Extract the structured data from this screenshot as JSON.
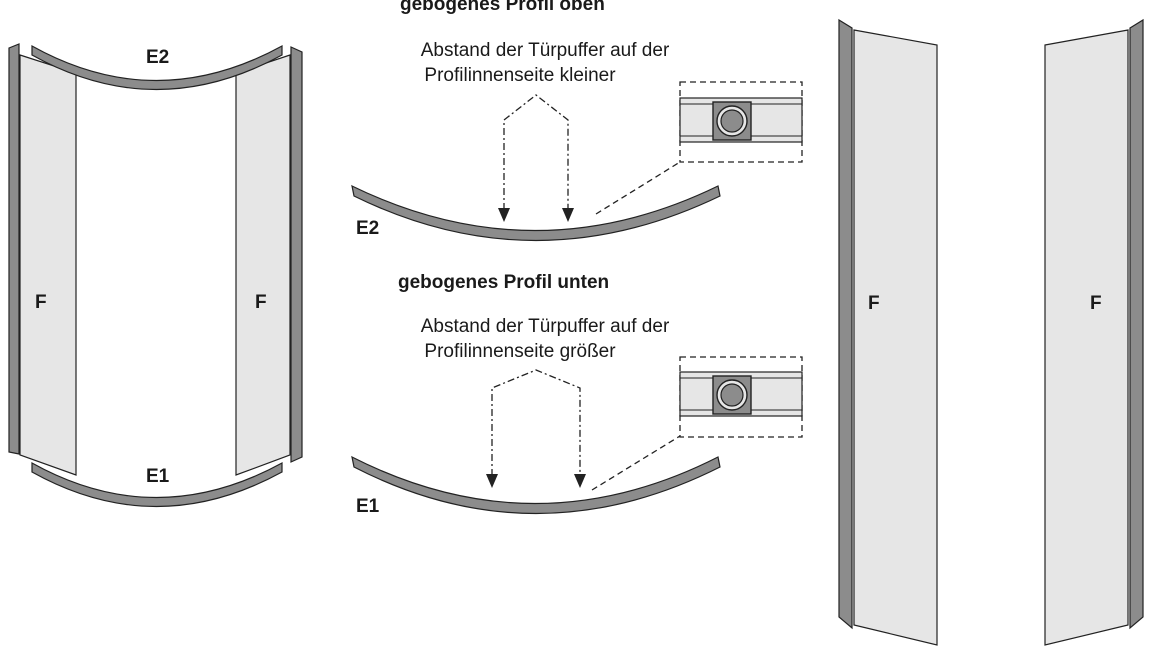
{
  "colors": {
    "profile_fill": "#8c8c8c",
    "panel_fill": "#e6e6e6",
    "outline": "#222222"
  },
  "labels": {
    "e2": "E2",
    "e1": "E1",
    "f": "F"
  },
  "top_section": {
    "heading": "gebogenes Profil oben",
    "desc_line1": "Abstand der Türpuffer auf der",
    "desc_line2": "Profilinnenseite kleiner"
  },
  "bottom_section": {
    "heading": "gebogenes Profil unten",
    "desc_line1": "Abstand der Türpuffer auf der",
    "desc_line2": "Profilinnenseite größer"
  }
}
